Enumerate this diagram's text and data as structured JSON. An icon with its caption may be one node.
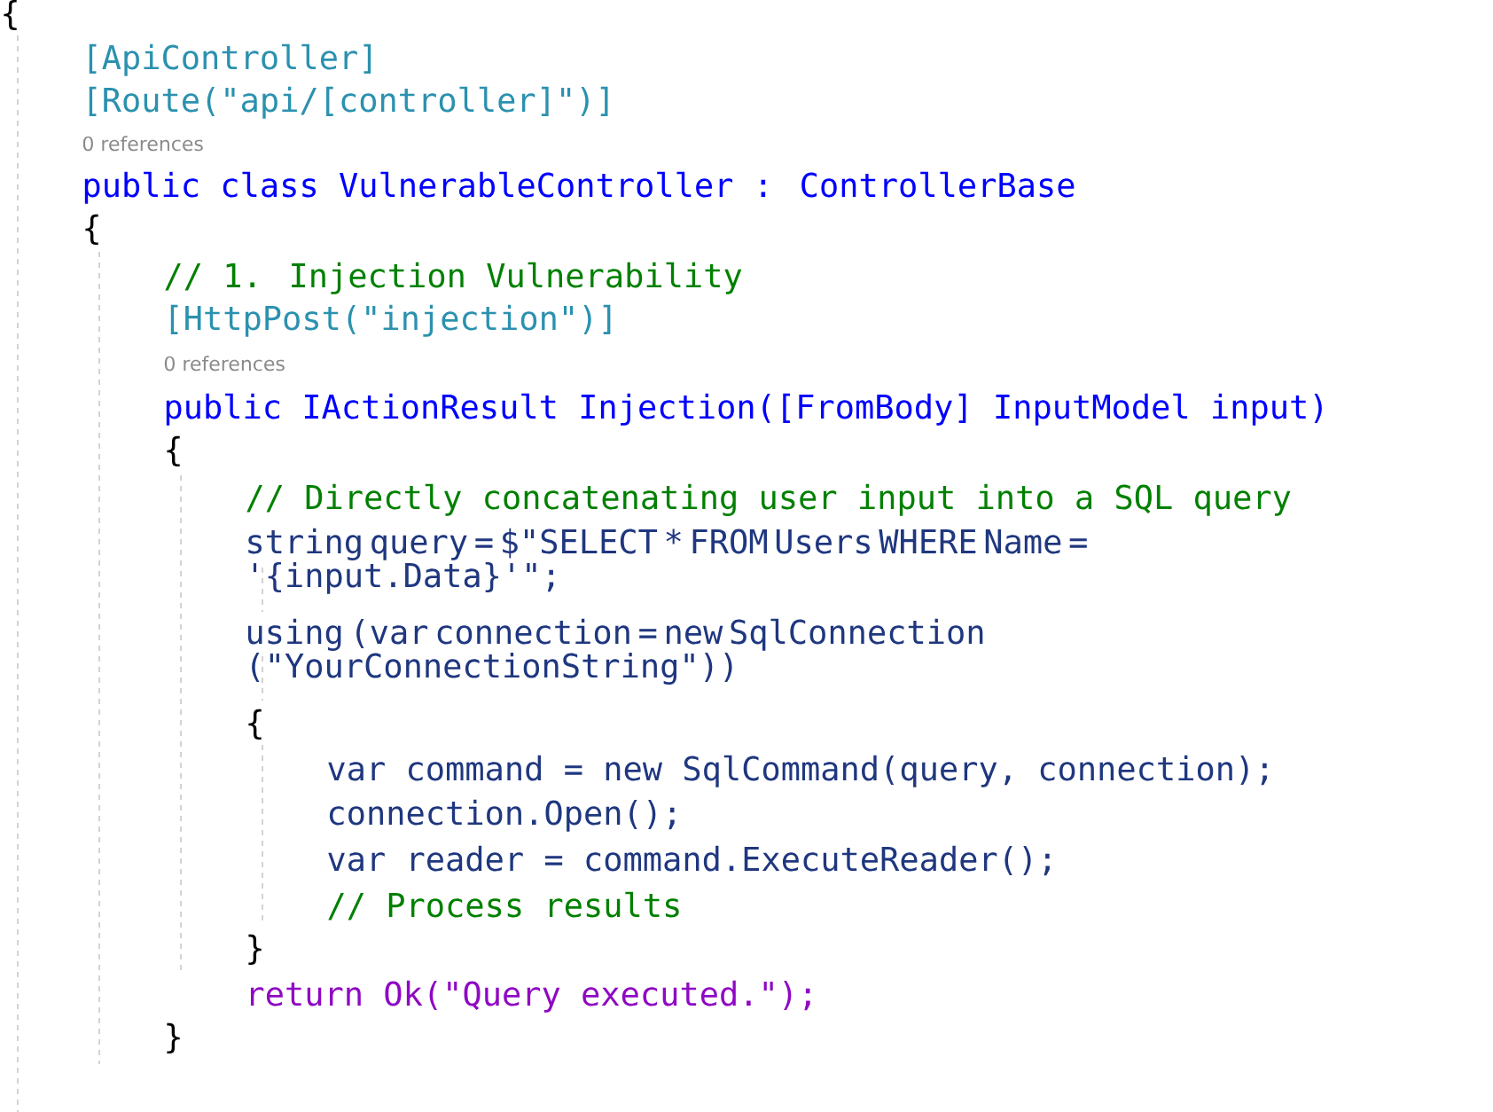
{
  "diagram": {
    "labels": [
      "{",
      "[ApiController]",
      "[Route(\"api/[controller]\")]",
      "0 references",
      "public class VulnerableController : ControllerBase",
      "{",
      "// 1. Injection Vulnerability",
      "[HttpPost(\"injection\")]",
      "0 references",
      "public IActionResult Injection([FromBody] InputModel input)",
      "{",
      "// Directly concatenating user input into a SQL query",
      "string query = $\"SELECT * FROM Users WHERE Name = '{input.Data}'\";",
      "using (var connection = new SqlConnection (\"YourConnectionString\"))",
      "{",
      "var command = new SqlCommand(query, connection);",
      "connection.Open();",
      "var reader = command.ExecuteReader();",
      "// Process results",
      "}",
      "return Ok(\"Query executed.\");",
      "}"
    ]
  }
}
